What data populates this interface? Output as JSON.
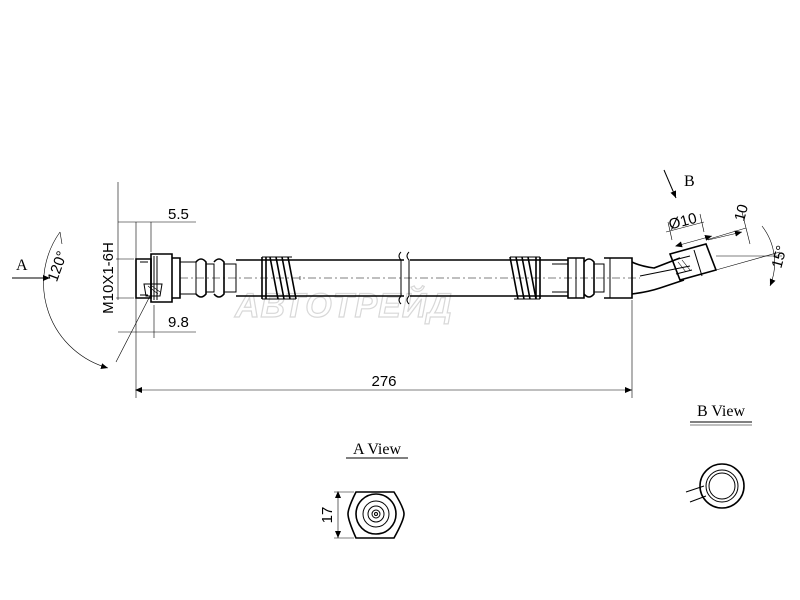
{
  "dimensions": {
    "thread": "M10X1-6H",
    "fitting_len": "5.5",
    "fitting_offset": "9.8",
    "total_len": "276",
    "bend_dia": "Ø10",
    "bend_len": "10",
    "bend_angle": "15°",
    "view_a_angle": "120°",
    "a_view_height": "17"
  },
  "labels": {
    "arrow_a": "A",
    "arrow_b": "B",
    "a_view_title": "A View",
    "b_view_title": "B View"
  },
  "watermark": "АВТОТРЕЙД"
}
